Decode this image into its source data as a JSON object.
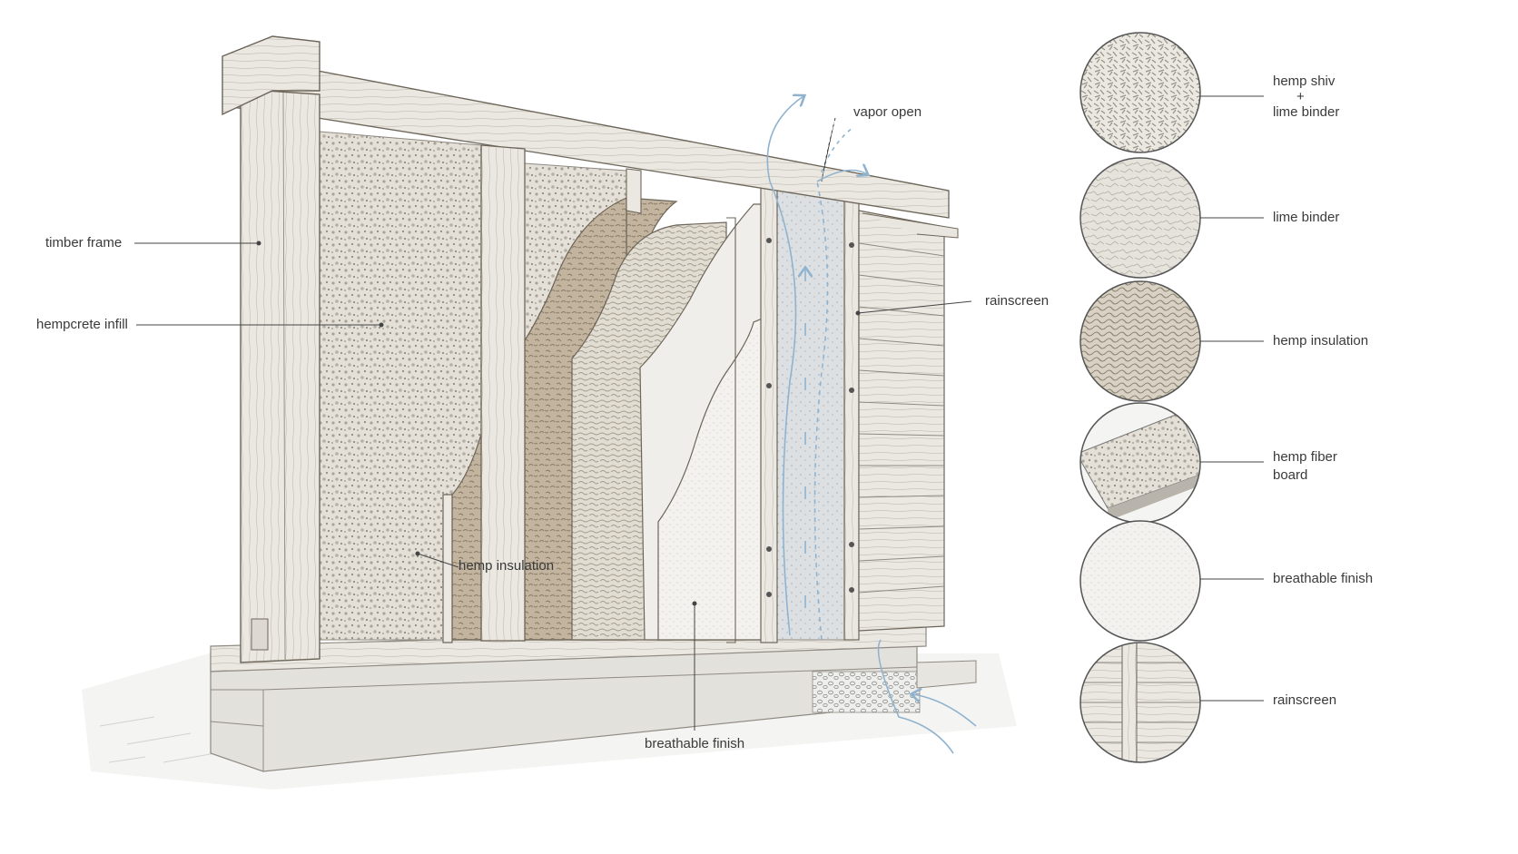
{
  "labels": {
    "timber_frame": "timber frame",
    "hempcrete_infill": "hempcrete infill",
    "hemp_insulation": "hemp insulation",
    "breathable_finish": "breathable finish",
    "vapor_open": "vapor open",
    "rainscreen": "rainscreen"
  },
  "legend": [
    {
      "lines": [
        "hemp shiv",
        "+",
        "lime binder"
      ],
      "texture": "shiv-texture"
    },
    {
      "lines": [
        "lime binder"
      ],
      "texture": "lime-texture"
    },
    {
      "lines": [
        "hemp insulation"
      ],
      "texture": "insulation-texture"
    },
    {
      "lines": [
        "hemp fiber",
        "board"
      ],
      "texture": "fiberboard-texture"
    },
    {
      "lines": [
        "breathable finish"
      ],
      "texture": "finish-texture"
    },
    {
      "lines": [
        "rainscreen"
      ],
      "texture": "rainscreen-texture"
    }
  ],
  "colors": {
    "timber": "#e9e6e0",
    "timber_line": "#8f8a82",
    "hempcrete": "#dcd8cf",
    "insulation_brown": "#b8a993",
    "insulation_light": "#dcd6ca",
    "board": "#f1efeb",
    "membrane": "#d8dce0",
    "arrow": "#8fb3cf"
  }
}
